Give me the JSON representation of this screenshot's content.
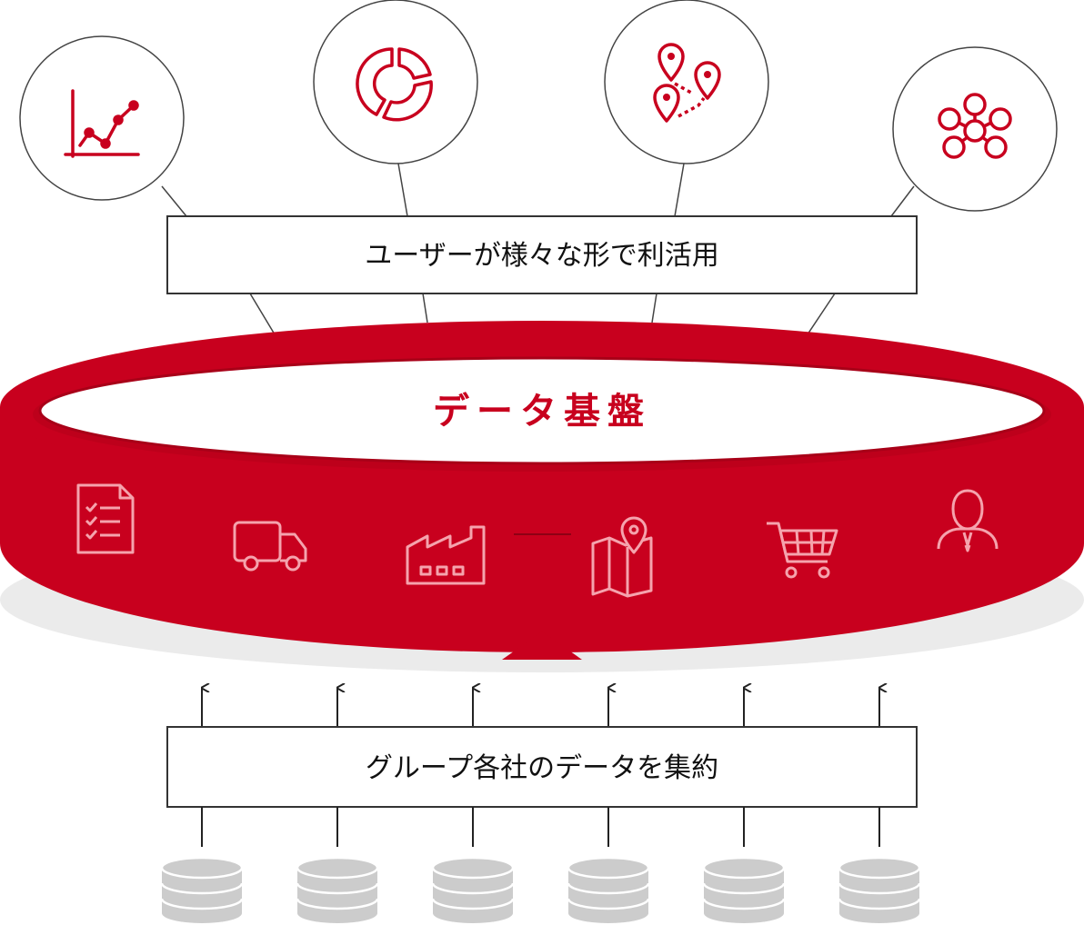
{
  "top_box_label": "ユーザーが様々な形で利活用",
  "platform_label": "データ基盤",
  "bottom_box_label": "グループ各社のデータを集約",
  "colors": {
    "brand_red": "#c8001e",
    "dark_red": "#a80018",
    "line": "#333333",
    "icon_light": "#f5a3ad",
    "db_gray": "#cccccc",
    "shadow_gray": "#ebebeb"
  },
  "usage_icons": [
    "line-chart-icon",
    "donut-chart-icon",
    "map-route-icon",
    "network-cluster-icon"
  ],
  "platform_icons": [
    "checklist-document-icon",
    "delivery-truck-icon",
    "factory-icon",
    "map-pin-icon",
    "shopping-cart-icon",
    "person-icon"
  ],
  "source_count": 6
}
